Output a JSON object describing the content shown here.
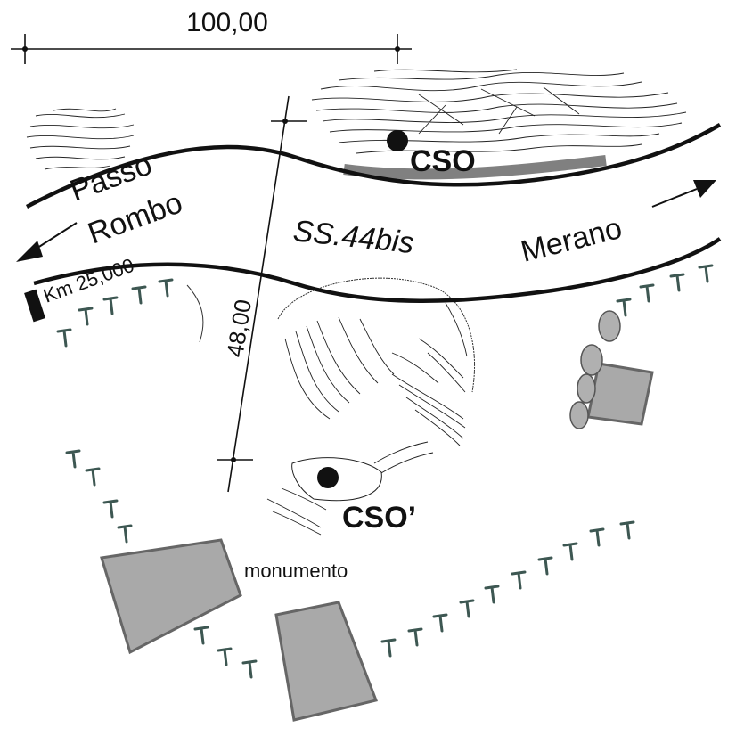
{
  "dimensions": {
    "horizontal": "100,00",
    "vertical": "48,00"
  },
  "road": {
    "name": "SS.44bis",
    "km_marker": "Km 25,000",
    "direction_left": [
      "Passo",
      "Rombo"
    ],
    "direction_right": "Merano"
  },
  "stations": {
    "cso": "CSO",
    "cso_prime": "CSO’"
  },
  "features": {
    "monument": "monumento"
  },
  "colors": {
    "ink": "#111111",
    "building_fill": "#a9a9a9",
    "building_stroke": "#666666",
    "tree_symbol": "#3d5752",
    "pavement_strip": "#808080"
  }
}
